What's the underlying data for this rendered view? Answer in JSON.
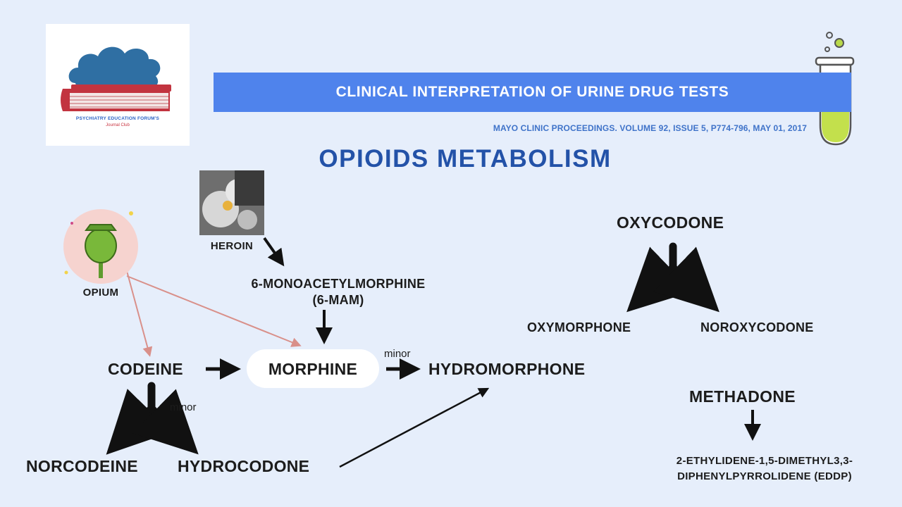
{
  "logo": {
    "line1": "PSYCHIATRY EDUCATION FORUM'S",
    "line2": "Journal Club"
  },
  "header": {
    "title": "CLINICAL INTERPRETATION OF URINE DRUG TESTS",
    "citation": "MAYO CLINIC PROCEEDINGS. VOLUME 92, ISSUE 5, P774-796, MAY 01, 2017"
  },
  "diagram": {
    "title": "OPIOIDS METABOLISM",
    "nodes": {
      "heroin": "HEROIN",
      "opium": "OPIUM",
      "mam_line1": "6-MONOACETYLMORPHINE",
      "mam_line2": "(6-MAM)",
      "codeine": "CODEINE",
      "morphine": "MORPHINE",
      "hydromorphone": "HYDROMORPHONE",
      "norcodeine": "NORCODEINE",
      "hydrocodone": "HYDROCODONE",
      "oxycodone": "OXYCODONE",
      "oxymorphone": "OXYMORPHONE",
      "noroxycodone": "NOROXYCODONE",
      "methadone": "METHADONE",
      "eddp_line1": "2-ETHYLIDENE-1,5-DIMETHYL3,3-",
      "eddp_line2": "DIPHENYLPYRROLIDENE (EDDP)"
    },
    "edge_labels": {
      "morphine_minor": "minor",
      "codeine_minor": "minor"
    }
  },
  "colors": {
    "background": "#e6eefb",
    "banner": "#4f83ec",
    "title": "#2352a8",
    "citation": "#3f73c9",
    "opium_arrow": "#d9908a",
    "arrow": "#111111"
  },
  "icons": [
    "brain-book-logo-icon",
    "test-tube-icon",
    "poppy-pod-icon",
    "heroin-photo"
  ]
}
